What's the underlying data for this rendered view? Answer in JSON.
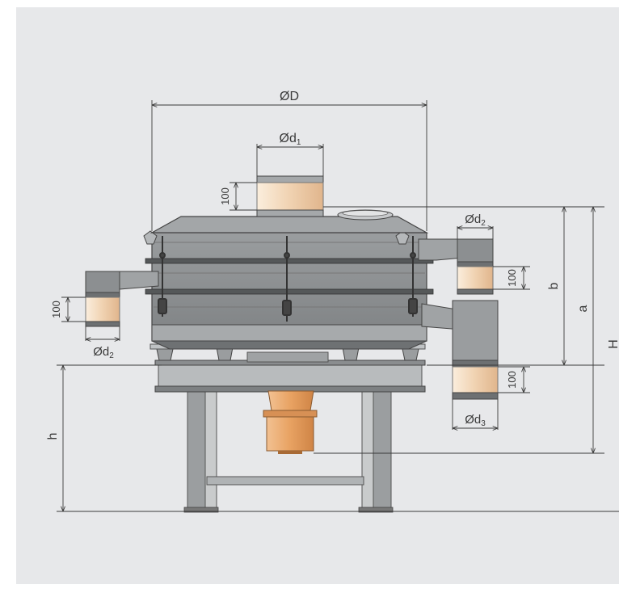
{
  "dimensions": {
    "D": {
      "main": "ØD",
      "sub": ""
    },
    "d1": {
      "main": "Ød",
      "sub": "1"
    },
    "d2_right": {
      "main": "Ød",
      "sub": "2"
    },
    "d2_left": {
      "main": "Ød",
      "sub": "2"
    },
    "d3": {
      "main": "Ød",
      "sub": "3"
    },
    "b": "b",
    "a": "a",
    "H": "H",
    "h": "h",
    "connector_height_top": "100",
    "connector_height_right": "100",
    "connector_height_left": "100",
    "connector_height_bottom": "100"
  },
  "colors": {
    "background": "#e7e8ea",
    "steel": "#8e9193",
    "steel_dark": "#5c5f61",
    "flex_sleeve": "#f3d9bd",
    "funnel": "#e9a56b",
    "dimension_line": "#3a3a3a"
  }
}
